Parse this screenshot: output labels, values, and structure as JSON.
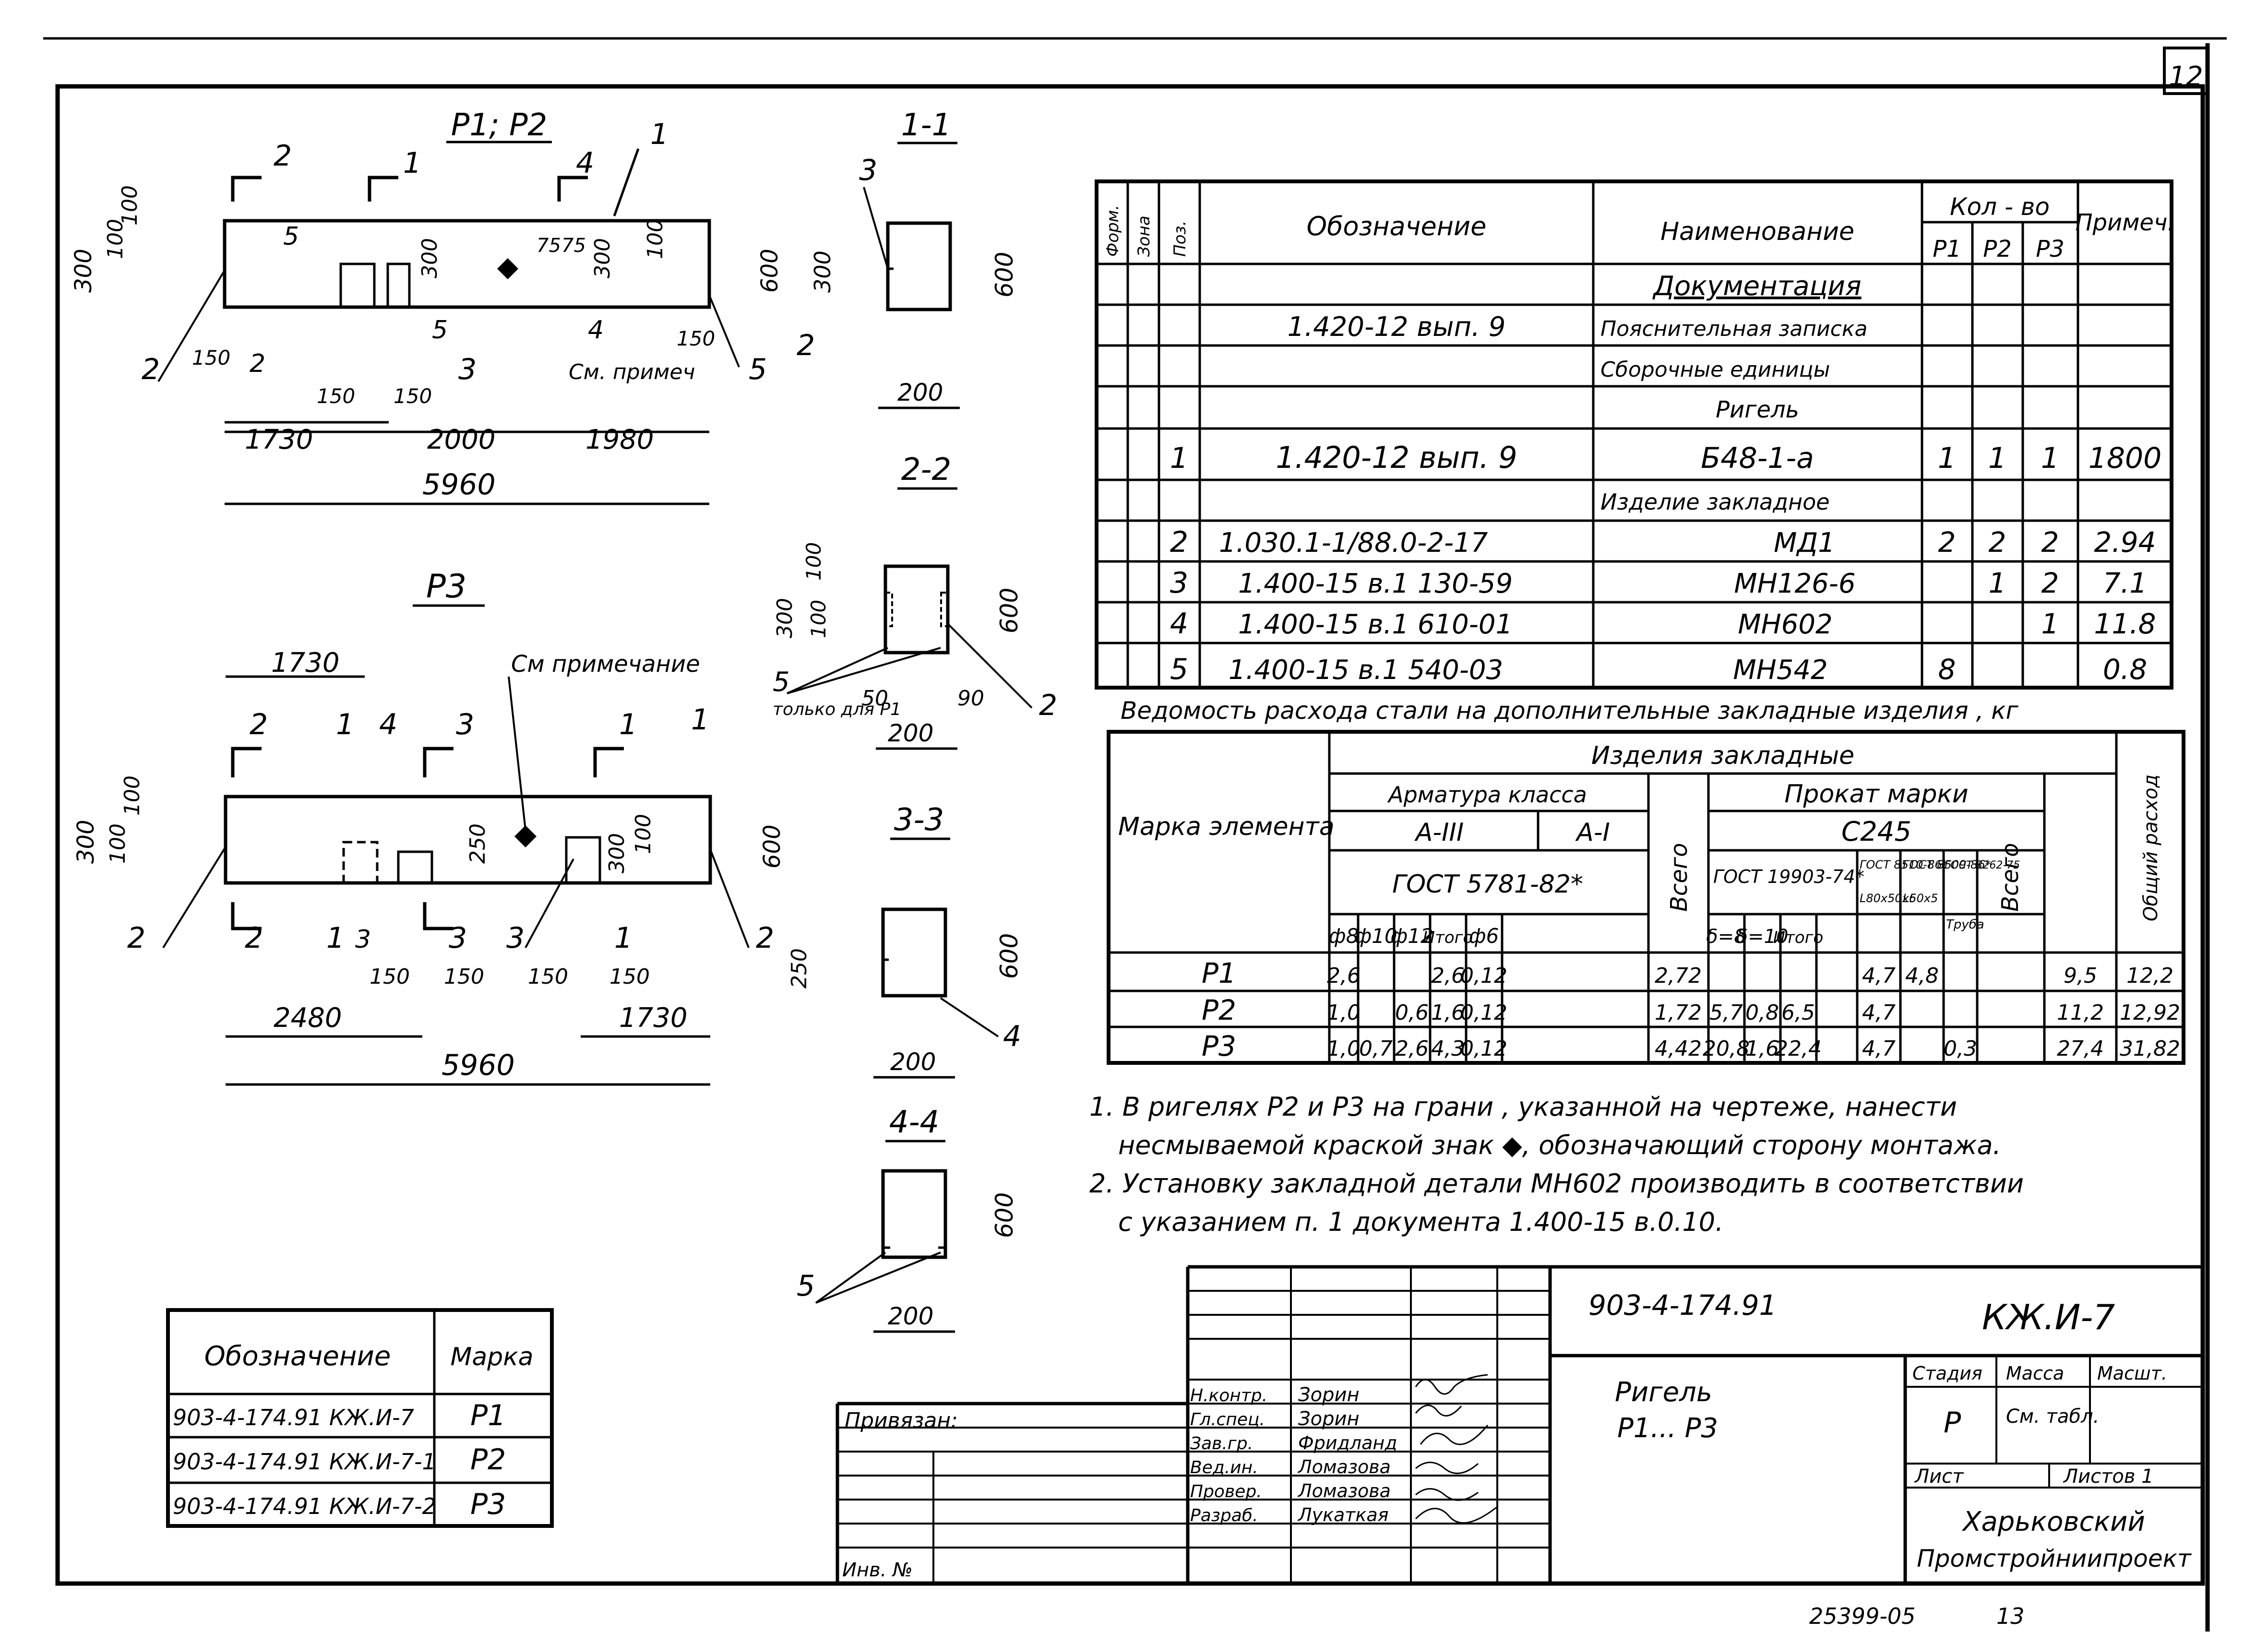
{
  "sheet": {
    "page_number": "12",
    "bottom_code": "25399-05",
    "bottom_page": "13"
  },
  "views": {
    "p1p2": {
      "title": "P1; P2",
      "cuts": [
        "2",
        "1",
        "4",
        "1"
      ],
      "dims": [
        "300",
        "100",
        "100",
        "300",
        "75",
        "75",
        "300",
        "100",
        "600",
        "150",
        "150",
        "150",
        "150",
        "1730",
        "2000",
        "1980",
        "5960"
      ],
      "labels": [
        "5",
        "2",
        "2",
        "3",
        "5",
        "5",
        "2",
        "4"
      ],
      "note_ref": "См. примеч"
    },
    "p3": {
      "title": "P3",
      "note": "См примечание",
      "cuts": [
        "2",
        "1",
        "4",
        "3",
        "1",
        "1"
      ],
      "cuts_bottom": [
        "2",
        "1",
        "3",
        "3",
        "1"
      ],
      "dims": [
        "1730",
        "300",
        "100",
        "100",
        "250",
        "300",
        "100",
        "600",
        "150",
        "150",
        "150",
        "150",
        "2480",
        "1730",
        "5960"
      ],
      "labels": [
        "2",
        "3",
        "3",
        "2"
      ]
    },
    "s11": {
      "title": "1-1",
      "dims": [
        "300",
        "600",
        "200"
      ],
      "label": "3"
    },
    "s22": {
      "title": "2-2",
      "dims": [
        "300",
        "100",
        "100",
        "600",
        "50",
        "200",
        "90"
      ],
      "labels": [
        "5",
        "2"
      ],
      "note": "только для P1"
    },
    "s33": {
      "title": "3-3",
      "dims": [
        "250",
        "600",
        "200"
      ],
      "label": "4"
    },
    "s44": {
      "title": "4-4",
      "dims": [
        "600",
        "200"
      ],
      "label": "5"
    }
  },
  "spec": {
    "headers": {
      "form": "Форм.",
      "zone": "Зона",
      "pos": "Поз.",
      "designation": "Обозначение",
      "name": "Наименование",
      "qty": "Кол - во",
      "note": "Примеч.",
      "p1": "P1",
      "p2": "P2",
      "p3": "P3"
    },
    "rows": [
      {
        "pos": "",
        "designation": "",
        "name": "Документация",
        "p1": "",
        "p2": "",
        "p3": "",
        "note": ""
      },
      {
        "pos": "",
        "designation": "1.420-12 вып. 9",
        "name": "Пояснительная записка",
        "p1": "",
        "p2": "",
        "p3": "",
        "note": ""
      },
      {
        "pos": "",
        "designation": "",
        "name": "Сборочные единицы",
        "p1": "",
        "p2": "",
        "p3": "",
        "note": ""
      },
      {
        "pos": "",
        "designation": "",
        "name": "Ригель",
        "p1": "",
        "p2": "",
        "p3": "",
        "note": ""
      },
      {
        "pos": "1",
        "designation": "1.420-12 вып. 9",
        "name": "Б48-1-а",
        "p1": "1",
        "p2": "1",
        "p3": "1",
        "note": "1800"
      },
      {
        "pos": "",
        "designation": "",
        "name": "Изделие закладное",
        "p1": "",
        "p2": "",
        "p3": "",
        "note": ""
      },
      {
        "pos": "2",
        "designation": "1.030.1-1/88.0-2-17",
        "name": "МД1",
        "p1": "2",
        "p2": "2",
        "p3": "2",
        "note": "2.94"
      },
      {
        "pos": "3",
        "designation": "1.400-15 в.1 130-59",
        "name": "МН126-6",
        "p1": "",
        "p2": "1",
        "p3": "2",
        "note": "7.1"
      },
      {
        "pos": "4",
        "designation": "1.400-15 в.1 610-01",
        "name": "МН602",
        "p1": "",
        "p2": "",
        "p3": "1",
        "note": "11.8"
      },
      {
        "pos": "5",
        "designation": "1.400-15 в.1 540-03",
        "name": "МН542",
        "p1": "8",
        "p2": "",
        "p3": "",
        "note": "0.8"
      }
    ]
  },
  "steel": {
    "title": "Ведомость расхода стали на дополнительные закладные изделия , кг",
    "h_mark": "Марка элемента",
    "h_items": "Изделия закладные",
    "h_rebar": "Арматура класса",
    "h_a3": "А-III",
    "h_a1": "А-I",
    "h_gost_rebar": "ГОСТ 5781-82*",
    "h_total": "Всего",
    "h_prokat": "Прокат марки",
    "h_c245": "С245",
    "h_gost_sheet": "ГОСТ 19903-74*",
    "h_g1": "ГОСТ 8510-86*",
    "h_g1b": "L80x50x6",
    "h_g2": "ГОСТ 8509-86*",
    "h_g2b": "L50x5",
    "h_g3": "ГОСТ 3262-75",
    "h_g3b": "Труба",
    "h_total2": "Всего",
    "h_grand": "Общий расход",
    "cols": [
      "ф8",
      "ф10",
      "ф12",
      "Итого",
      "ф6",
      "",
      "δ=8",
      "δ=10",
      "Итого",
      "",
      "",
      "",
      "",
      ""
    ],
    "rows": [
      {
        "mark": "P1",
        "v": [
          "2,6",
          "",
          "",
          "2,6",
          "0,12",
          "2,72",
          "",
          "",
          "",
          "4,7",
          "4,8",
          "",
          "9,5",
          "12,2"
        ]
      },
      {
        "mark": "P2",
        "v": [
          "1,0",
          "",
          "0,6",
          "1,6",
          "0,12",
          "1,72",
          "5,7",
          "0,8",
          "6,5",
          "4,7",
          "",
          "",
          "11,2",
          "12,92"
        ]
      },
      {
        "mark": "P3",
        "v": [
          "1,0",
          "0,7",
          "2,6",
          "4,3",
          "0,12",
          "4,42",
          "20,8",
          "1,6",
          "22,4",
          "4,7",
          "",
          "0,3",
          "27,4",
          "31,82"
        ]
      }
    ]
  },
  "notes": [
    "1. В ригелях P2 и P3 на грани , указанной на чертеже, нанести",
    "несмываемой краской знак ◆, обозначающий сторону монтажа.",
    "2. Установку закладной детали МН602 производить в соответствии",
    "с указанием п. 1 документа 1.400-15 в.0.10."
  ],
  "marks_table": {
    "h_designation": "Обозначение",
    "h_mark": "Марка",
    "rows": [
      {
        "designation": "903-4-174.91 КЖ.И-7",
        "mark": "P1"
      },
      {
        "designation": "903-4-174.91 КЖ.И-7-1",
        "mark": "P2"
      },
      {
        "designation": "903-4-174.91 КЖ.И-7-2",
        "mark": "P3"
      }
    ]
  },
  "title_block": {
    "code": "903-4-174.91",
    "sheet_code": "КЖ.И-7",
    "object_title": "Ригель",
    "object_sub": "P1... P3",
    "stage_h": "Стадия",
    "mass_h": "Масса",
    "scale_h": "Масшт.",
    "stage": "P",
    "mass": "См. табл.",
    "sheet_h": "Лист",
    "sheets_h": "Листов 1",
    "org1": "Харьковский",
    "org2": "Промстройниипроект",
    "attached": "Привязан:",
    "inv": "Инв. №",
    "roles": [
      {
        "role": "Н.контр.",
        "name": "Зорин"
      },
      {
        "role": "Гл.спец.",
        "name": "Зорин"
      },
      {
        "role": "Зав.гр.",
        "name": "Фридланд"
      },
      {
        "role": "Вед.ин.",
        "name": "Ломазова"
      },
      {
        "role": "Провер.",
        "name": "Ломазова"
      },
      {
        "role": "Разраб.",
        "name": "Лукаткая"
      }
    ]
  }
}
